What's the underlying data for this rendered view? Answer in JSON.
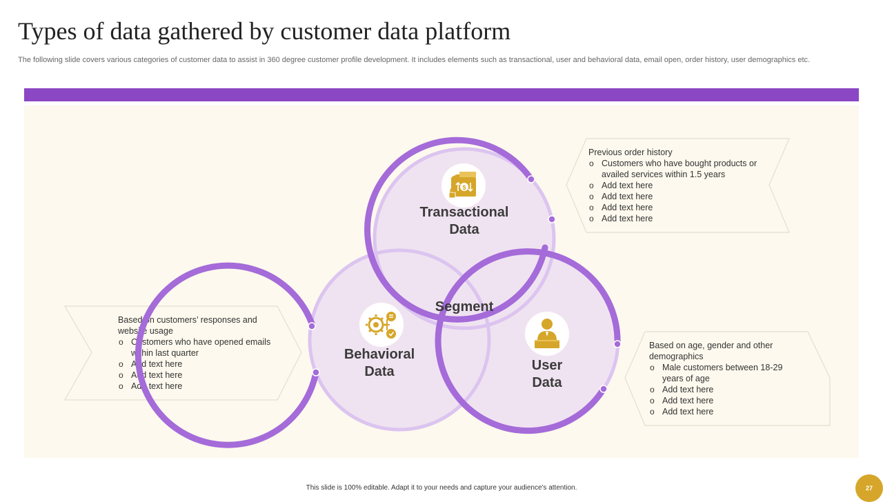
{
  "slide": {
    "title": "Types of  data gathered by customer data platform",
    "subtitle": "The following slide covers various categories of customer data to assist in 360 degree customer profile development. It includes elements such as transactional, user and behavioral data, email open, order history, user demographics etc.",
    "center_label": "Segment",
    "circles": {
      "transactional": {
        "line1": "Transactional",
        "line2": "Data",
        "icon": "money-folder-icon"
      },
      "behavioral": {
        "line1": "Behavioral",
        "line2": "Data",
        "icon": "brain-gears-icon"
      },
      "user": {
        "line1": "User",
        "line2": "Data",
        "icon": "person-laptop-icon"
      }
    },
    "callouts": {
      "transactional": {
        "intro": "Previous order history",
        "items": [
          "Customers who have bought products or availed  services within 1.5 years",
          "Add text here",
          "Add text here",
          "Add text here",
          "Add text here"
        ]
      },
      "behavioral": {
        "intro": "Based on customers’ responses and website usage",
        "items": [
          "Customers who have opened emails within last quarter",
          "Add text here",
          "Add text here",
          "Add text here"
        ]
      },
      "user": {
        "intro": "Based on age, gender and other demographics",
        "items": [
          "Male customers between 18-29 years of age",
          "Add text here",
          "Add text here",
          "Add text here"
        ]
      }
    },
    "footer": "This slide is 100% editable.  Adapt it to your needs and capture your audience's attention.",
    "page_number": "27"
  },
  "colors": {
    "accent_purple": "#8b47c4",
    "ring_purple": "#a46bd9",
    "circle_fill": "#efe2f8",
    "panel_bg": "#fdf9ee",
    "icon_gold": "#d6a62a",
    "callout_border": "#e3dfcf"
  }
}
